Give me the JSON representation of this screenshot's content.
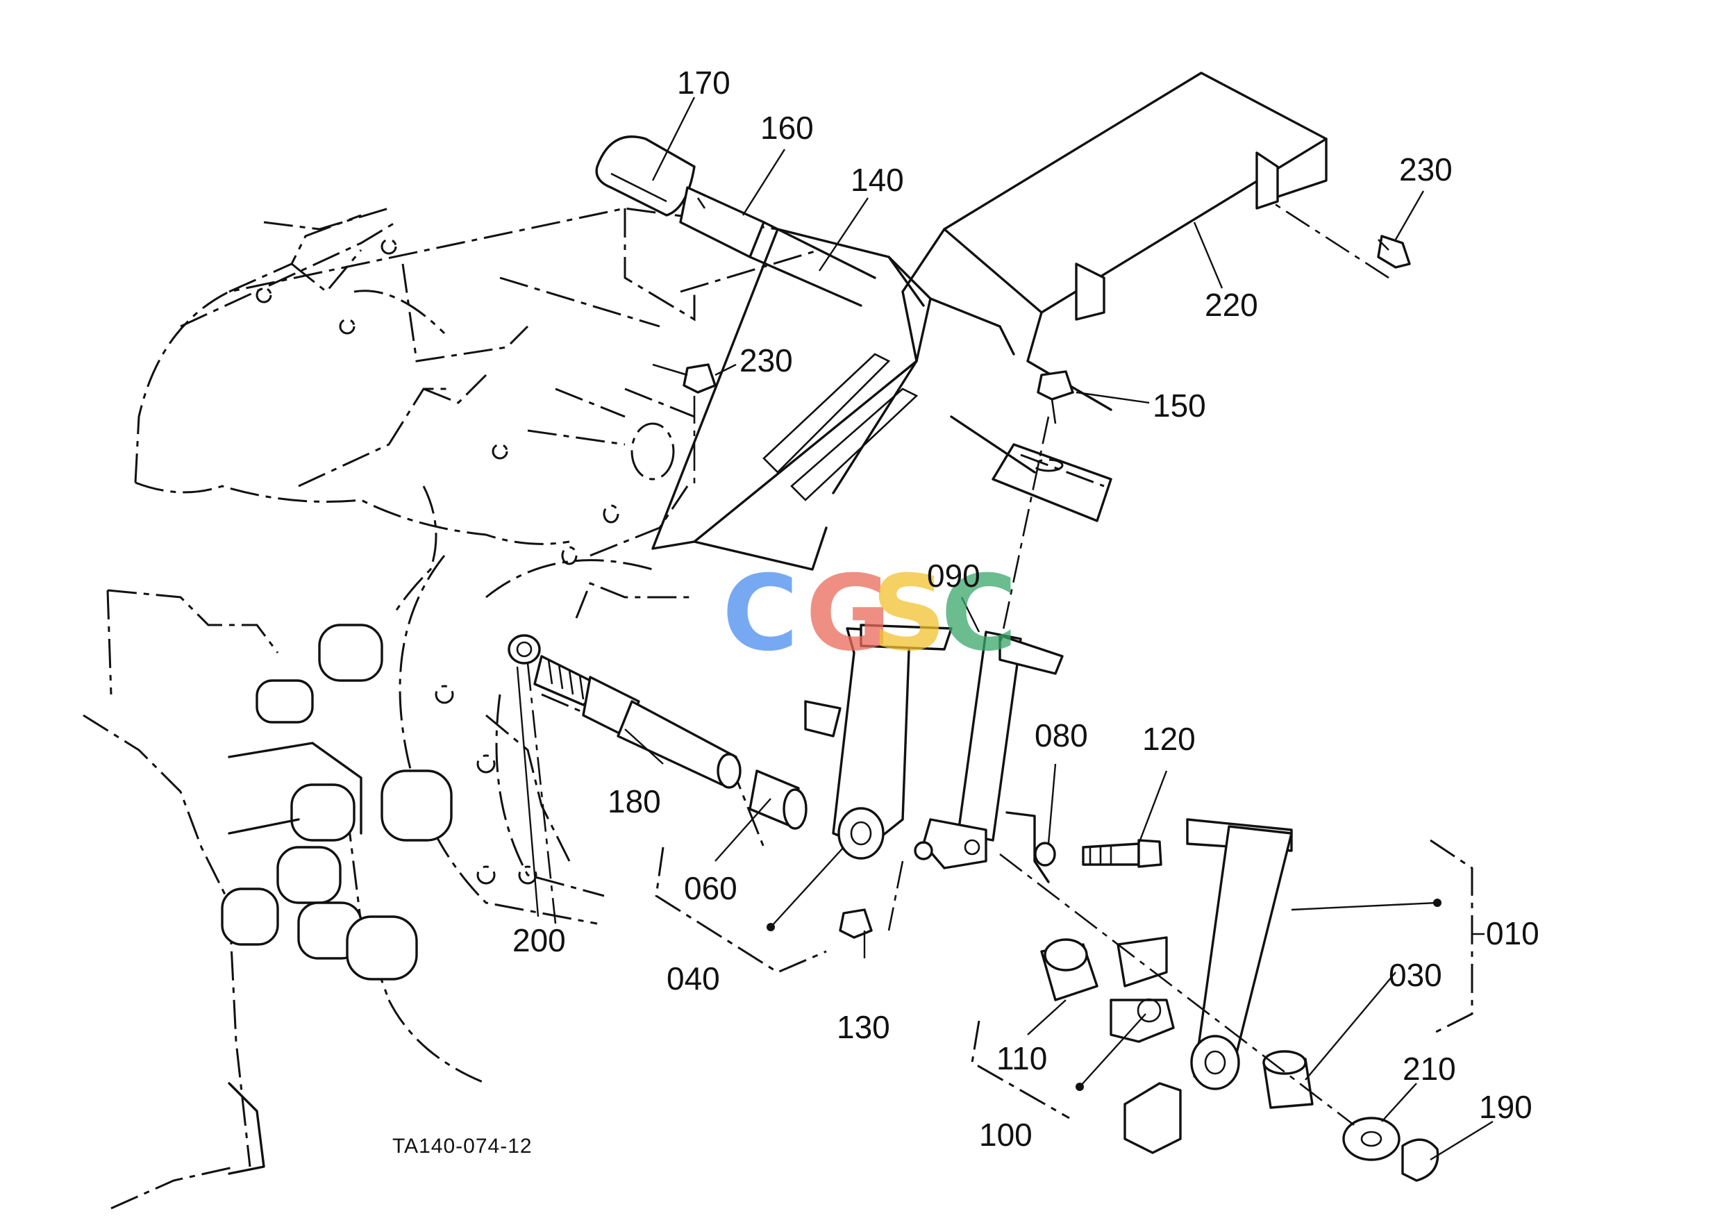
{
  "diagram": {
    "drawing_code": "TA140-074-12",
    "watermark": {
      "letters": [
        "C",
        "G",
        "S",
        "C"
      ],
      "colors": [
        "#4a8df0",
        "#ea6a5a",
        "#f2c12e",
        "#3aa86b"
      ]
    },
    "callouts": [
      {
        "id": "c170",
        "text": "170"
      },
      {
        "id": "c160",
        "text": "160"
      },
      {
        "id": "c140",
        "text": "140"
      },
      {
        "id": "c230a",
        "text": "230"
      },
      {
        "id": "c220",
        "text": "220"
      },
      {
        "id": "c230b",
        "text": "230"
      },
      {
        "id": "c150",
        "text": "150"
      },
      {
        "id": "c090",
        "text": "090"
      },
      {
        "id": "c080",
        "text": "080"
      },
      {
        "id": "c120",
        "text": "120"
      },
      {
        "id": "c180",
        "text": "180"
      },
      {
        "id": "c060",
        "text": "060"
      },
      {
        "id": "c200",
        "text": "200"
      },
      {
        "id": "c040",
        "text": "040"
      },
      {
        "id": "c130",
        "text": "130"
      },
      {
        "id": "c110",
        "text": "110"
      },
      {
        "id": "c100",
        "text": "100"
      },
      {
        "id": "c010",
        "text": "010"
      },
      {
        "id": "c030",
        "text": "030"
      },
      {
        "id": "c210",
        "text": "210"
      },
      {
        "id": "c190",
        "text": "190"
      }
    ]
  }
}
